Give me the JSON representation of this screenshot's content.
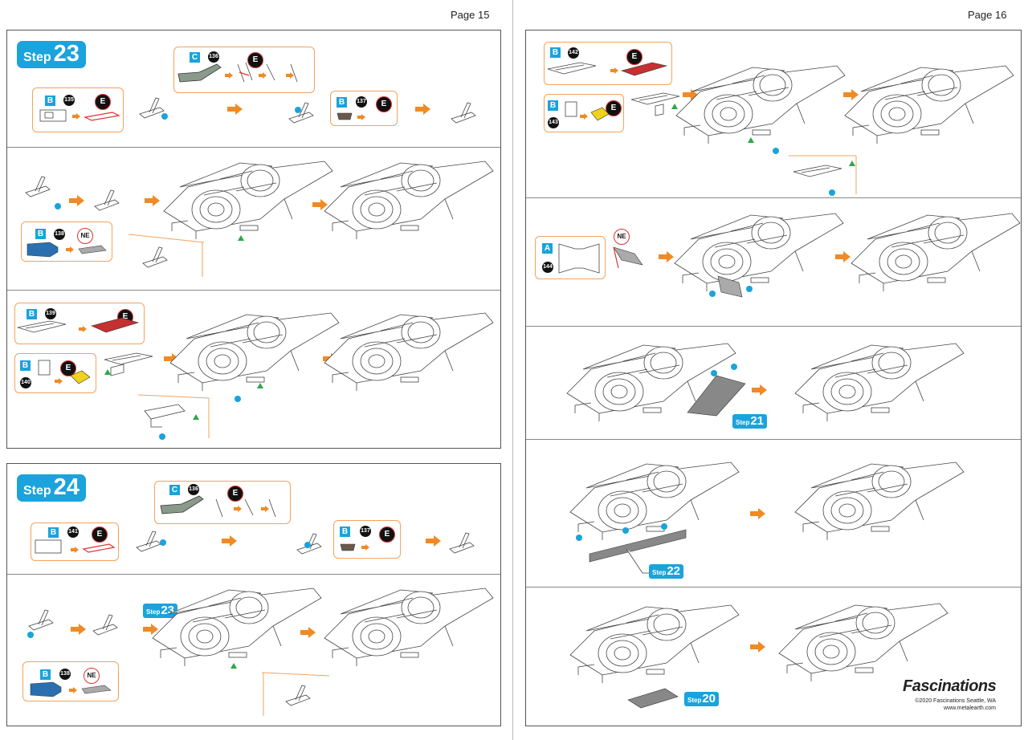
{
  "pages": {
    "left": {
      "label": "Page 15"
    },
    "right": {
      "label": "Page 16"
    }
  },
  "steps": {
    "step23": {
      "word": "Step",
      "number": "23"
    },
    "step24": {
      "word": "Step",
      "number": "24"
    }
  },
  "refs": {
    "ref23": {
      "word": "Step",
      "number": "23"
    },
    "ref21": {
      "word": "Step",
      "number": "21"
    },
    "ref22": {
      "word": "Step",
      "number": "22"
    },
    "ref20": {
      "word": "Step",
      "number": "20"
    }
  },
  "parts": {
    "s23_c136": {
      "sheet": "C",
      "num": "136"
    },
    "s23_b135": {
      "sheet": "B",
      "num": "135"
    },
    "s23_b137": {
      "sheet": "B",
      "num": "137"
    },
    "s23_b138": {
      "sheet": "B",
      "num": "138"
    },
    "s23_b139": {
      "sheet": "B",
      "num": "139"
    },
    "s23_b140": {
      "sheet": "B",
      "num": "140"
    },
    "s24_c136": {
      "sheet": "C",
      "num": "136"
    },
    "s24_b141": {
      "sheet": "B",
      "num": "141"
    },
    "s24_b137": {
      "sheet": "B",
      "num": "137"
    },
    "s24_b138": {
      "sheet": "B",
      "num": "138"
    },
    "p16_b142": {
      "sheet": "B",
      "num": "142"
    },
    "p16_b143": {
      "sheet": "B",
      "num": "143"
    },
    "p16_a144": {
      "sheet": "A",
      "num": "144"
    }
  },
  "tools": {
    "e": "E",
    "ne": "NE"
  },
  "brand": {
    "name": "Fascinations",
    "copyright": "©2020 Fascinations Seattle, WA",
    "url": "www.metalearth.com"
  },
  "colors": {
    "accent": "#1aa3dc",
    "arrow": "#f08a24",
    "callout": "#f5a25b",
    "marker": "#2da84a",
    "highlight": "#d33"
  }
}
